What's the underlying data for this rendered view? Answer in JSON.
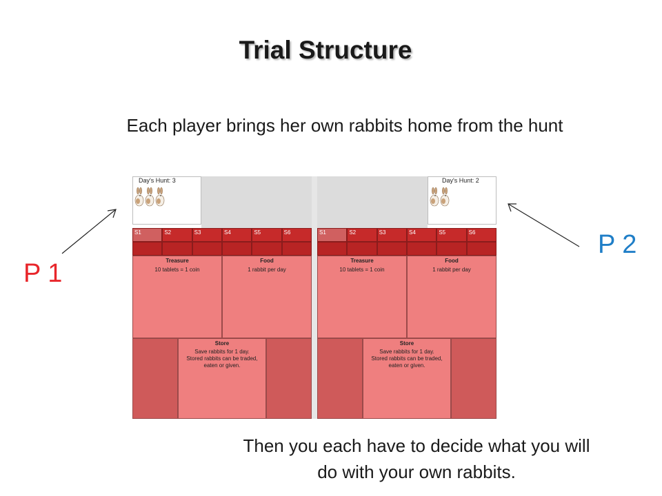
{
  "title": "Trial Structure",
  "subtitle": "Each player brings her own rabbits home from the hunt",
  "players": [
    {
      "label": "P 1",
      "color": "#e8262b"
    },
    {
      "label": "P 2",
      "color": "#1f7ec7"
    }
  ],
  "caption": {
    "line1": "Then you each have to decide what you will",
    "line2": "do with your own rabbits."
  },
  "boards": [
    {
      "hunt_label": "Day's Hunt: 3",
      "rabbit_count": 3,
      "slots": [
        "S1",
        "S2",
        "S3",
        "S4",
        "S5",
        "S6"
      ],
      "treasure": {
        "name": "Treasure",
        "desc": "10 tablets = 1 coin"
      },
      "food": {
        "name": "Food",
        "desc": "1 rabbit per day"
      },
      "store": {
        "name": "Store",
        "desc": "Save rabbits for 1 day.\nStored rabbits can be traded,\neaten or given."
      }
    },
    {
      "hunt_label": "Day's Hunt: 2",
      "rabbit_count": 2,
      "slots": [
        "S1",
        "S2",
        "S3",
        "S4",
        "S5",
        "S6"
      ],
      "treasure": {
        "name": "Treasure",
        "desc": "10 tablets = 1 coin"
      },
      "food": {
        "name": "Food",
        "desc": "1 rabbit per day"
      },
      "store": {
        "name": "Store",
        "desc": "Save rabbits for 1 day.\nStored rabbits can be traded,\neaten or given."
      }
    }
  ]
}
